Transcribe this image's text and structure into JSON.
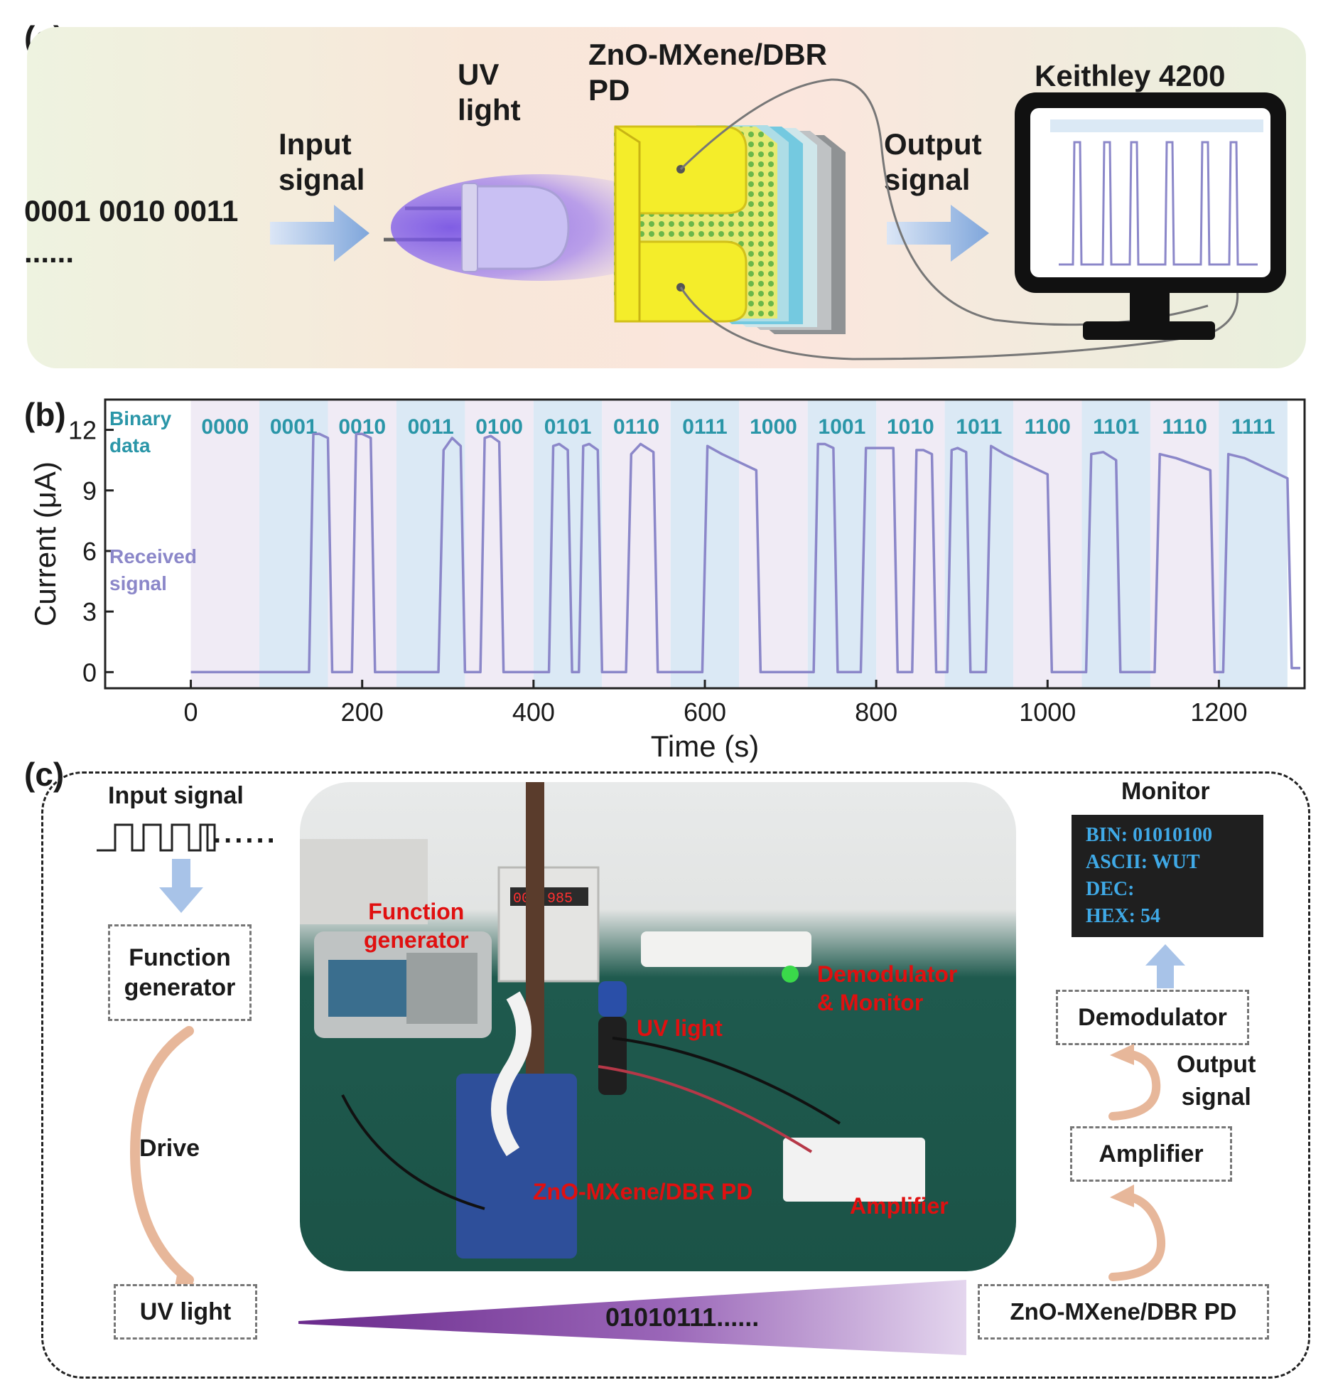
{
  "panel_a": {
    "label": "(a)",
    "input_bits": "0001 0010 0011",
    "input_dots": "......",
    "input_signal": "Input\nsignal",
    "uv_light": "UV\nlight",
    "device": "ZnO-MXene/DBR\nPD",
    "output_signal": "Output\nsignal",
    "instrument": "Keithley 4200"
  },
  "panel_b": {
    "label": "(b)",
    "binary_label": "Binary\ndata",
    "received_label": "Received\nsignal",
    "colors": {
      "trace": "#8b87c9",
      "shade_a": "#f0ebf5",
      "shade_b": "#dbe9f5",
      "code": "#2a96a8"
    }
  },
  "chart_data": {
    "type": "line",
    "xlabel": "Time (s)",
    "ylabel": "Current (μA)",
    "xlim": [
      -100,
      1300
    ],
    "ylim": [
      -0.8,
      13.5
    ],
    "xticks": [
      0,
      200,
      400,
      600,
      800,
      1000,
      1200
    ],
    "yticks": [
      0,
      3,
      6,
      9,
      12
    ],
    "codes": [
      "0000",
      "0001",
      "0010",
      "0011",
      "0100",
      "0101",
      "0110",
      "0111",
      "1000",
      "1001",
      "1010",
      "1011",
      "1100",
      "1101",
      "1110",
      "1111"
    ],
    "code_period_s": 80,
    "series": [
      {
        "x": [
          0,
          138,
          143,
          150,
          160,
          165,
          188,
          193,
          200,
          210,
          215,
          289,
          295,
          305,
          315,
          320,
          338,
          343,
          350,
          360,
          365,
          418,
          423,
          430,
          440,
          445,
          453,
          458,
          465,
          475,
          480,
          508,
          514,
          525,
          540,
          545,
          597,
          603,
          620,
          660,
          665,
          727,
          732,
          740,
          750,
          755,
          782,
          788,
          800,
          820,
          825,
          842,
          847,
          855,
          865,
          870,
          883,
          888,
          895,
          905,
          910,
          928,
          934,
          950,
          1000,
          1005,
          1045,
          1051,
          1065,
          1080,
          1085,
          1125,
          1131,
          1150,
          1190,
          1195,
          1205,
          1211,
          1230,
          1280,
          1285,
          1295
        ],
        "y": [
          0,
          0,
          11.8,
          11.8,
          11.6,
          0,
          0,
          11.8,
          11.8,
          11.6,
          0,
          0,
          11,
          11.6,
          11.2,
          0,
          0,
          11.6,
          11.7,
          11.4,
          0,
          0,
          11.2,
          11.3,
          11,
          0,
          0,
          11.2,
          11.3,
          11,
          0,
          0,
          10.8,
          11.3,
          10.9,
          0,
          0,
          11.2,
          10.8,
          10,
          0,
          0,
          11.3,
          11.3,
          11.1,
          0,
          0,
          11.1,
          11.1,
          11.1,
          0,
          0,
          11,
          11,
          10.8,
          0,
          0,
          11,
          11.1,
          10.9,
          0,
          0,
          11.2,
          10.8,
          9.8,
          0,
          0,
          10.8,
          10.9,
          10.5,
          0,
          0,
          10.8,
          10.6,
          10,
          0,
          0,
          10.8,
          10.6,
          9.6,
          0.2,
          0.2
        ]
      }
    ],
    "grid": false
  },
  "panel_c": {
    "label": "(c)",
    "input_signal": "Input signal",
    "dots": "......",
    "function_generator": "Function\ngenerator",
    "drive": "Drive",
    "uv_light": "UV light",
    "bitstream": "01010111......",
    "photo_labels": {
      "function_generator": "Function\ngenerator",
      "uv_light": "UV light",
      "demodulator": "Demodulator\n& Monitor",
      "device": "ZnO-MXene/DBR PD",
      "amplifier": "Amplifier",
      "psu_display": "000  985"
    },
    "monitor_title": "Monitor",
    "monitor_lines": [
      "BIN: 01010100",
      "ASCII: WUT",
      "DEC:",
      "HEX: 54"
    ],
    "demodulator": "Demodulator",
    "output_signal": "Output\nsignal",
    "amplifier": "Amplifier",
    "device": "ZnO-MXene/DBR PD"
  }
}
